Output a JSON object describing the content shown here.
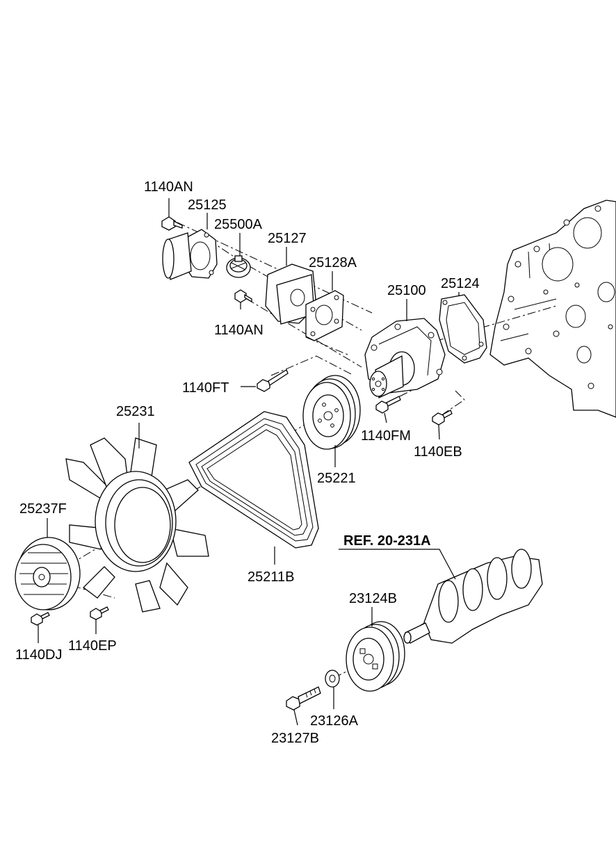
{
  "labels": {
    "p1140an_top": "1140AN",
    "p25125": "25125",
    "p25500a": "25500A",
    "p25127": "25127",
    "p25128a": "25128A",
    "p1140an_mid": "1140AN",
    "p25100": "25100",
    "p25124": "25124",
    "p1140ft": "1140FT",
    "p25231": "25231",
    "p1140fm": "1140FM",
    "p1140eb": "1140EB",
    "p25221": "25221",
    "p25237f": "25237F",
    "p25211b": "25211B",
    "ref": "REF. 20-231A",
    "p23124b": "23124B",
    "p1140dj": "1140DJ",
    "p1140ep": "1140EP",
    "p23126a": "23126A",
    "p23127b": "23127B"
  }
}
